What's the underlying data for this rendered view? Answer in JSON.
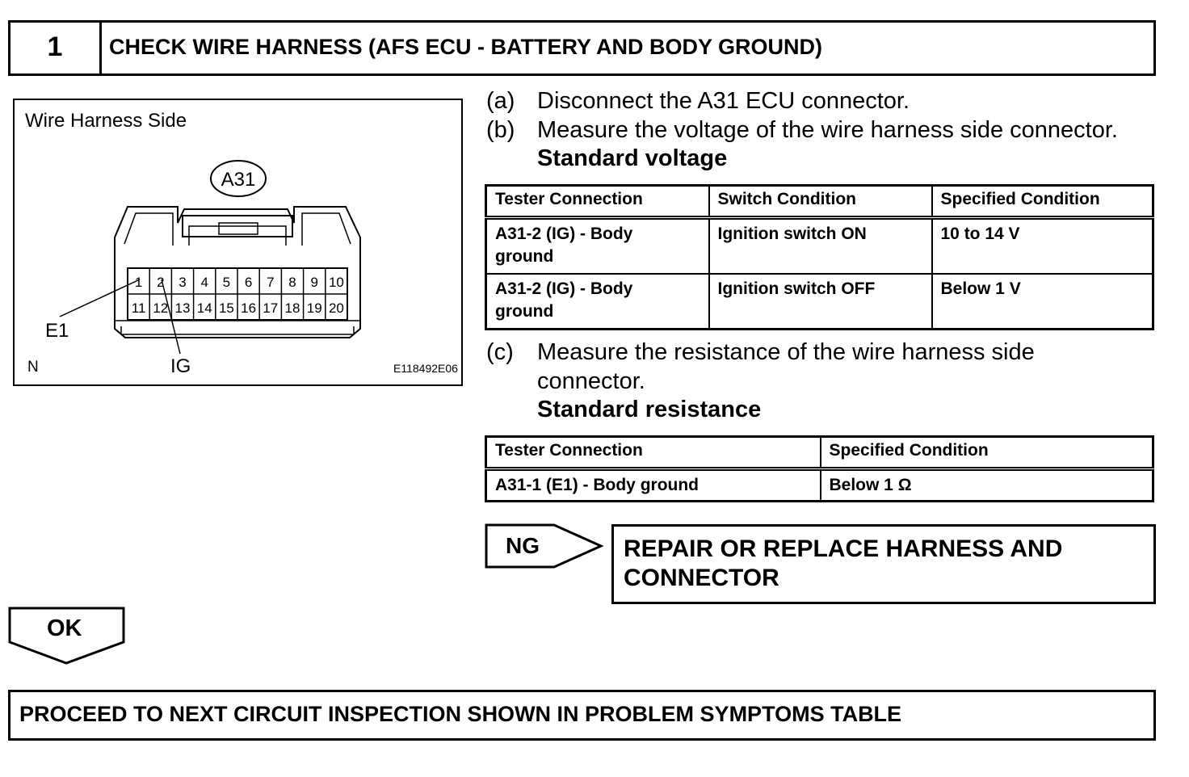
{
  "header": {
    "step_number": "1",
    "title": "CHECK WIRE HARNESS (AFS ECU - BATTERY AND BODY GROUND)"
  },
  "figure": {
    "caption": "Wire Harness Side",
    "connector_id": "A31",
    "pins_top": [
      "1",
      "2",
      "3",
      "4",
      "5",
      "6",
      "7",
      "8",
      "9",
      "10"
    ],
    "pins_bottom": [
      "11",
      "12",
      "13",
      "14",
      "15",
      "16",
      "17",
      "18",
      "19",
      "20"
    ],
    "label_e1": "E1",
    "label_ig": "IG",
    "label_n": "N",
    "figure_code": "E118492E06"
  },
  "steps": [
    {
      "letter": "(a)",
      "text": "Disconnect the A31 ECU connector."
    },
    {
      "letter": "(b)",
      "text": "Measure the voltage of the wire harness side connector."
    },
    {
      "letter": "(c)",
      "text_line1": "Measure the resistance of the wire harness side",
      "text_line2": "connector."
    }
  ],
  "voltage_table": {
    "label": "Standard voltage",
    "headers": [
      "Tester Connection",
      "Switch Condition",
      "Specified Condition"
    ],
    "rows": [
      {
        "connection_line1": "A31-2 (IG) - Body",
        "connection_line2": "ground",
        "switch": "Ignition switch ON",
        "spec": "10 to 14 V"
      },
      {
        "connection_line1": "A31-2 (IG) - Body",
        "connection_line2": "ground",
        "switch": "Ignition switch OFF",
        "spec": "Below 1 V"
      }
    ]
  },
  "resistance_table": {
    "label": "Standard resistance",
    "headers": [
      "Tester Connection",
      "Specified Condition"
    ],
    "rows": [
      {
        "connection": "A31-1 (E1) - Body ground",
        "spec": "Below 1 Ω"
      }
    ]
  },
  "ng": {
    "label": "NG",
    "result_line1": "REPAIR OR REPLACE HARNESS AND",
    "result_line2": "CONNECTOR"
  },
  "ok": {
    "label": "OK"
  },
  "proceed": {
    "text": "PROCEED TO NEXT CIRCUIT INSPECTION SHOWN IN PROBLEM SYMPTOMS TABLE"
  }
}
